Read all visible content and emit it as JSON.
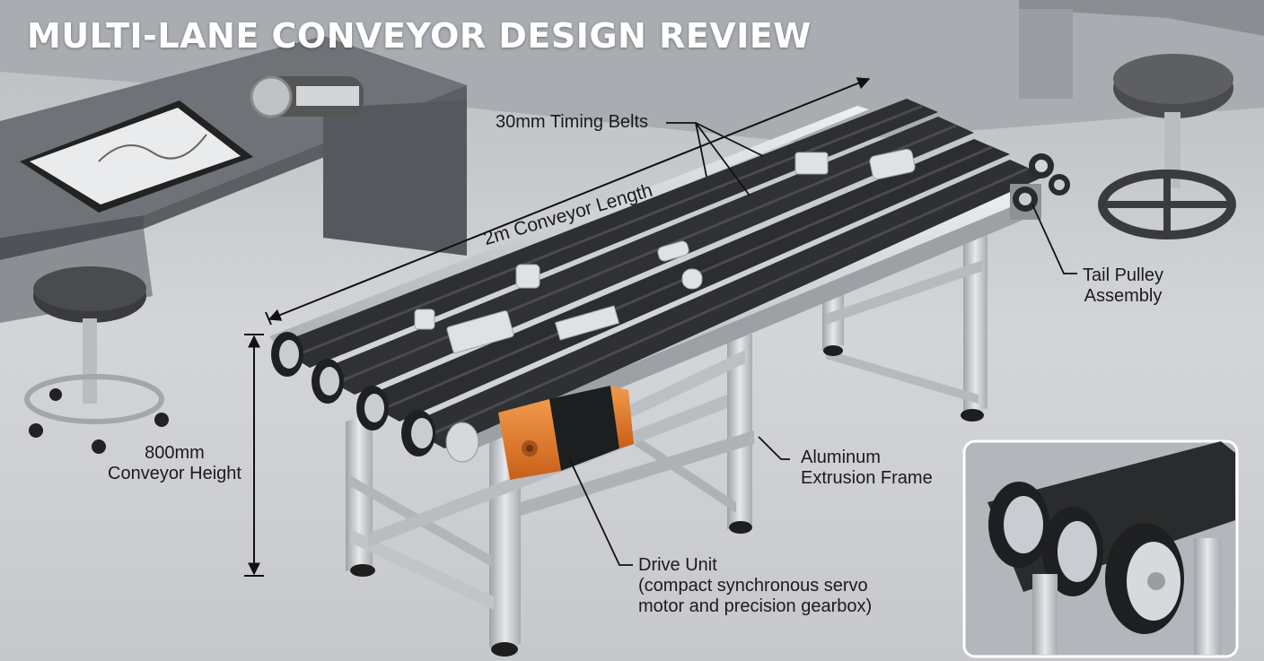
{
  "title": "MULTI-LANE CONVEYOR DESIGN REVIEW",
  "labels": {
    "timing_belts": "30mm Timing Belts",
    "length": "2m Conveyor Length",
    "tail_pulley_line1": "Tail Pulley",
    "tail_pulley_line2": "Assembly",
    "height_line1": "800mm",
    "height_line2": "Conveyor Height",
    "frame_line1": "Aluminum",
    "frame_line2": "Extrusion Frame",
    "drive_title": "Drive Unit",
    "drive_desc_line1": "(compact synchronous servo",
    "drive_desc_line2": "motor and precision gearbox)"
  },
  "colors": {
    "belt": "#2e2f31",
    "aluminum": "#c7cbcf",
    "motor": "#e07a2c",
    "floor": "#cfd1d4",
    "desk": "#7c7f84"
  }
}
